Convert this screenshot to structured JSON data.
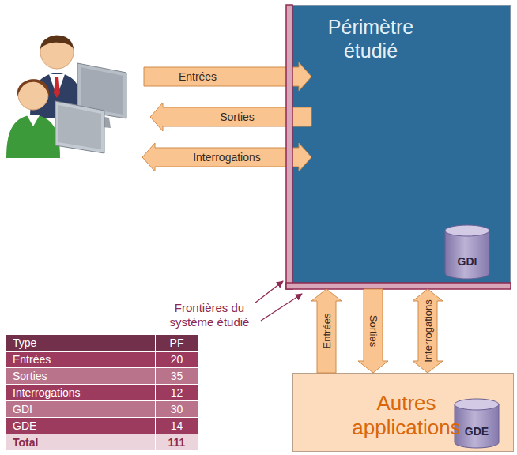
{
  "diagram": {
    "nodes": [
      {
        "text": [
          "Périmètre étudié"
        ]
      },
      {
        "text": [
          "GDI"
        ],
        "in": 0
      },
      {
        "text": [
          "Autres applications"
        ]
      },
      {
        "text": [
          "GDE"
        ],
        "in": 2
      }
    ],
    "edges": [
      {
        "from": 2,
        "to": 0,
        "label": "Entrées",
        "arrow": "to"
      },
      {
        "from": 0,
        "to": 2,
        "label": "Sorties",
        "arrow": "to"
      },
      {
        "from": 0,
        "to": 2,
        "label": "Interrogations",
        "arrow": "both"
      }
    ],
    "labels": [
      "Entrées",
      "Sorties",
      "Interrogations",
      "Frontières du système étudié",
      "Type",
      "PF",
      "Entrées",
      "20",
      "Sorties",
      "35",
      "Interrogations",
      "12",
      "GDI",
      "30",
      "GDE",
      "14",
      "Total",
      "111"
    ]
  }
}
